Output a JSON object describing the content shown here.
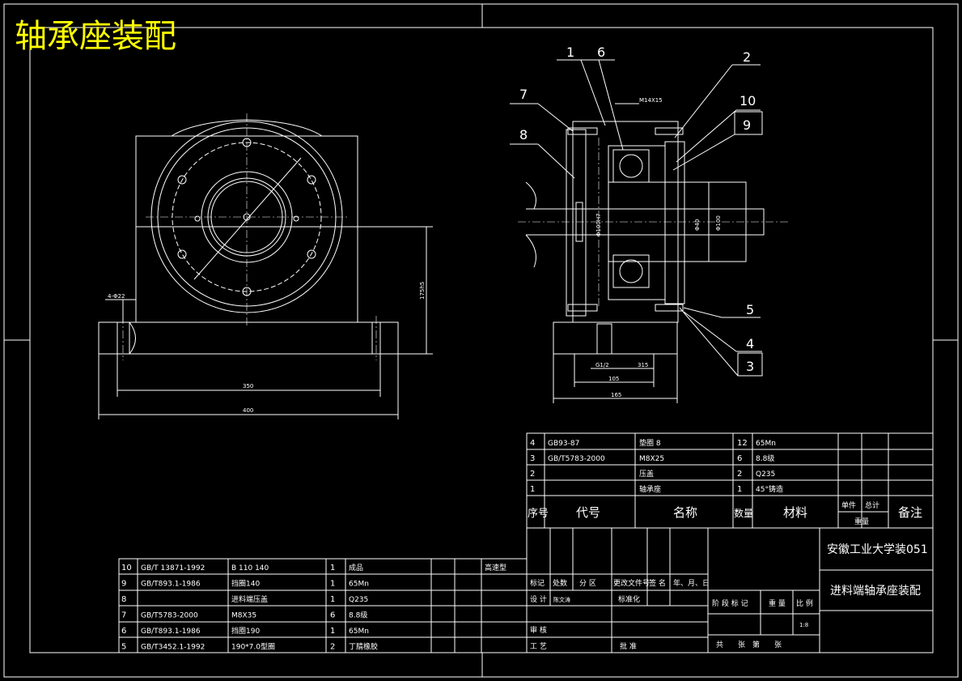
{
  "title": "轴承座装配",
  "colors": {
    "background": "#000000",
    "lines": "#ffffff",
    "title": "#ffff00"
  },
  "front_view": {
    "dim_height": "175h5",
    "dim_350": "350",
    "dim_400": "400",
    "dim_hole": "4-Φ22"
  },
  "section_view": {
    "thread": "M14X15",
    "dim_g12": "G1/2",
    "dim_315": "315",
    "dim_105": "105",
    "dim_165": "165",
    "dia_left": "Φ100H7",
    "dia_right1": "Φ40",
    "dia_right2": "Φ100",
    "balloons": [
      "1",
      "6",
      "2",
      "10",
      "9",
      "7",
      "8",
      "5",
      "4",
      "3"
    ]
  },
  "parts_small": {
    "rows": [
      {
        "no": "4",
        "code": "GB93-87",
        "name": "垫圈 8",
        "qty": "12",
        "mat": "65Mn"
      },
      {
        "no": "3",
        "code": "GB/T5783-2000",
        "name": "M8X25",
        "qty": "6",
        "mat": "8.8级"
      },
      {
        "no": "2",
        "code": "",
        "name": "压盖",
        "qty": "2",
        "mat": "Q235"
      },
      {
        "no": "1",
        "code": "",
        "name": "轴承座",
        "qty": "1",
        "mat": "45°铸造"
      }
    ],
    "header": {
      "no": "序号",
      "code": "代号",
      "name": "名称",
      "qty": "数量",
      "mat": "材料",
      "unit": "单件",
      "total": "总计",
      "weight": "重量",
      "note": "备注"
    }
  },
  "parts_big": {
    "rows": [
      {
        "no": "10",
        "code": "GB/T 13871-1992",
        "name": "B 110 140",
        "qty": "1",
        "mat": "成品",
        "note": "高速型"
      },
      {
        "no": "9",
        "code": "GB/T893.1-1986",
        "name": "挡圈140",
        "qty": "1",
        "mat": "65Mn",
        "note": ""
      },
      {
        "no": "8",
        "code": "",
        "name": "进料端压盖",
        "qty": "1",
        "mat": "Q235",
        "note": ""
      },
      {
        "no": "7",
        "code": "GB/T5783-2000",
        "name": "M8X35",
        "qty": "6",
        "mat": "8.8级",
        "note": ""
      },
      {
        "no": "6",
        "code": "GB/T893.1-1986",
        "name": "挡圈190",
        "qty": "1",
        "mat": "65Mn",
        "note": ""
      },
      {
        "no": "5",
        "code": "GB/T3452.1-1992",
        "name": "190*7.0型圈",
        "qty": "2",
        "mat": "丁腈橡胶",
        "note": ""
      }
    ]
  },
  "title_block": {
    "school": "安徽工业大学装051",
    "drawing": "进料端轴承座装配",
    "r1": [
      "标记",
      "处数",
      "分 区",
      "更改文件号",
      "签 名",
      "年、月、日"
    ],
    "design": "设 计",
    "designer": "陈文涛",
    "standard": "标准化",
    "stage": "阶 段 标 记",
    "weight": "重 量",
    "scale_lbl": "比 例",
    "scale": "1:8",
    "review": "审 核",
    "process": "工 艺",
    "approve": "批 准",
    "sheets": "共　　张　第　　张"
  }
}
